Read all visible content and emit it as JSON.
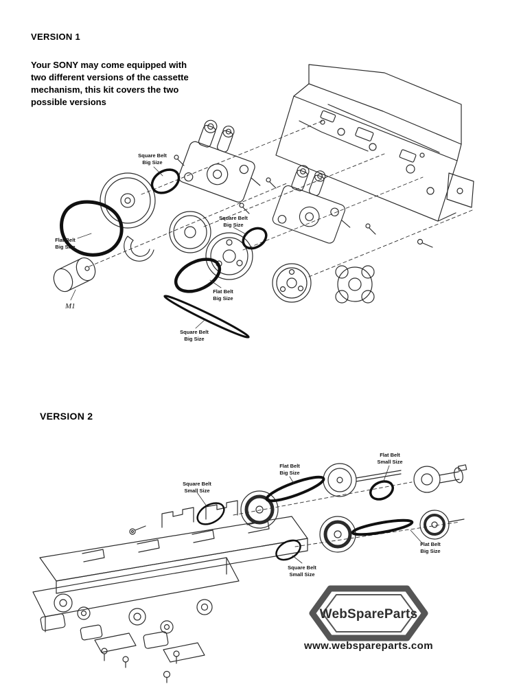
{
  "page": {
    "background": "#ffffff",
    "ink_color": "#2b2b2b",
    "belt_color": "#101010",
    "logo_color": "#555555"
  },
  "version1": {
    "heading": "VERSION 1",
    "description": "Your SONY may come equipped with\ntwo different versions of the cassette\nmechanism, this kit covers the two\npossible versions",
    "labels": {
      "square_belt_top": "Square Belt\nBig Size",
      "flat_belt_left": "Flat Belt\nBig Size",
      "square_belt_mid": "Square Belt\nBig Size",
      "flat_belt_mid": "Flat Belt\nBig Size",
      "motor": "M1",
      "square_belt_bottom": "Square Belt\nBig Size"
    }
  },
  "version2": {
    "heading": "VERSION 2",
    "labels": {
      "square_belt_small_left": "Square Belt\nSmall Size",
      "flat_belt_big_top": "Flat Belt\nBig Size",
      "flat_belt_small": "Flat Belt\nSmall Size",
      "flat_belt_big_right": "Flat Belt\nBig Size",
      "square_belt_small_bottom": "Square Belt\nSmall Size"
    }
  },
  "footer": {
    "brand": "WebSpareParts",
    "website": "www.webspareparts.com"
  }
}
